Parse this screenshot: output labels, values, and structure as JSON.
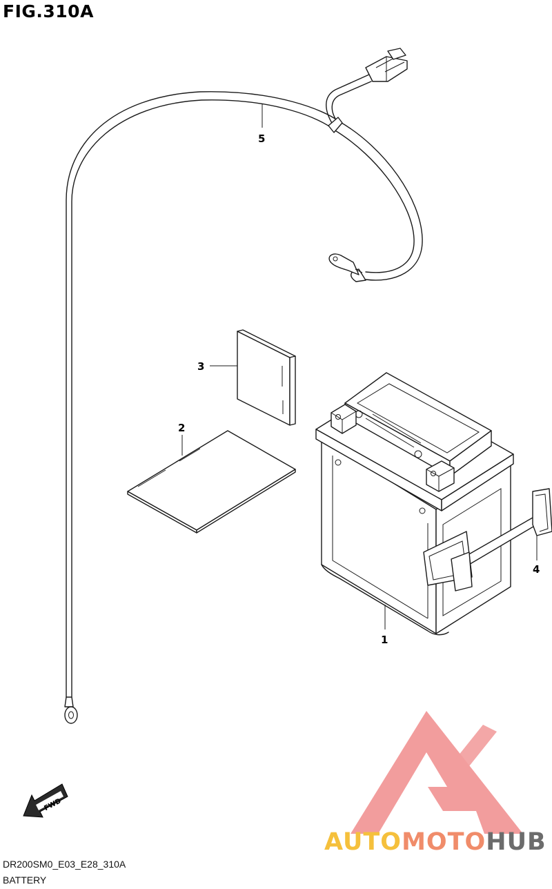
{
  "figure": {
    "title": "FIG.310A"
  },
  "callouts": [
    {
      "id": "1",
      "label": "1"
    },
    {
      "id": "2",
      "label": "2"
    },
    {
      "id": "3",
      "label": "3"
    },
    {
      "id": "4",
      "label": "4"
    },
    {
      "id": "5",
      "label": "5"
    }
  ],
  "fwd_arrow": {
    "label": "FWD"
  },
  "footer": {
    "code": "DR200SM0_E03_E28_310A",
    "caption": "BATTERY"
  },
  "watermark": {
    "part1": "AUTO",
    "part2": "MOTO",
    "part3": "HUB",
    "color_auto": "#f5c03c",
    "color_moto": "#f08c6a",
    "color_hub": "#6c6c6c",
    "logo_color": "#f08c8c"
  }
}
